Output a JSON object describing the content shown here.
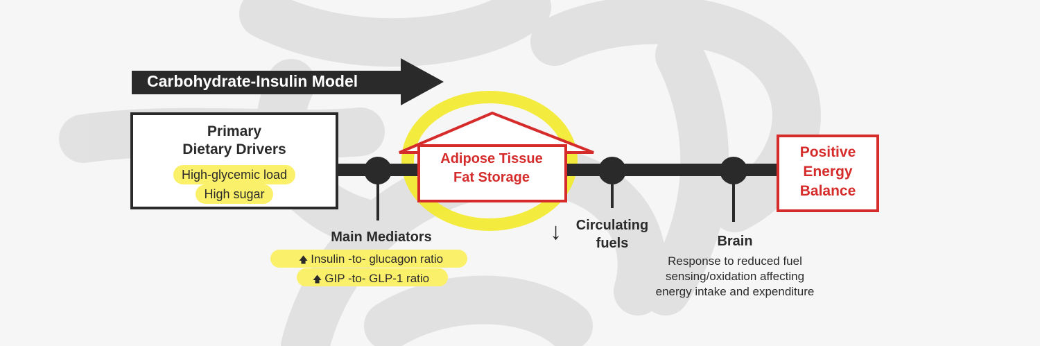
{
  "header": {
    "model_title": "Carbohydrate-Insulin Model"
  },
  "drivers": {
    "title_line1": "Primary",
    "title_line2": "Dietary Drivers",
    "items": [
      "High-glycemic load",
      "High sugar"
    ]
  },
  "adipose": {
    "line1": "Adipose Tissue",
    "line2": "Fat Storage"
  },
  "balance": {
    "line1": "Positive",
    "line2": "Energy",
    "line3": "Balance"
  },
  "mediators": {
    "title": "Main Mediators",
    "items": [
      "Insulin -to- glucagon ratio",
      "GIP -to- GLP-1 ratio"
    ],
    "arrow_icon": "up-arrow-icon"
  },
  "fuels": {
    "line1": "Circulating",
    "line2": "fuels",
    "arrow_icon": "down-arrow-icon"
  },
  "brain": {
    "title": "Brain",
    "desc_line1": "Response to reduced fuel",
    "desc_line2": "sensing/oxidation affecting",
    "desc_line3": "energy intake and expenditure"
  },
  "colors": {
    "dark": "#2b2a2a",
    "red": "#d52b2b",
    "highlight": "#fbf06a",
    "watermark": "#dcdcdc"
  }
}
